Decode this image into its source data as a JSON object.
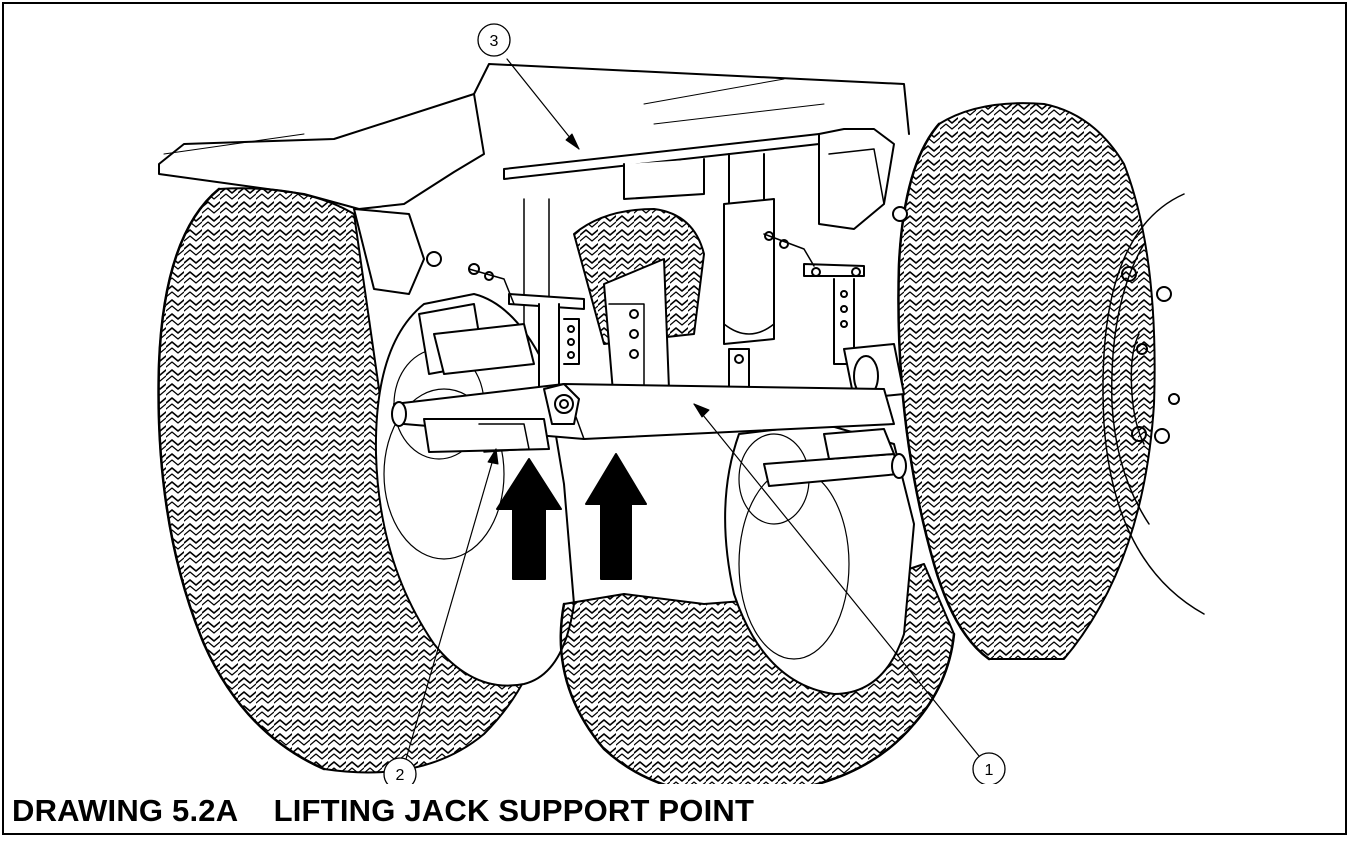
{
  "figure": {
    "caption_number": "DRAWING 5.2A",
    "caption_title": "LIFTING JACK SUPPORT POINT"
  },
  "callouts": [
    {
      "label": "1",
      "part": "axle"
    },
    {
      "label": "2",
      "part": "jack-support-point"
    },
    {
      "label": "3",
      "part": "frame-plate"
    }
  ],
  "colors": {
    "line": "#000000",
    "background": "#ffffff"
  },
  "icons": [
    "lift-arrow-icon",
    "lift-arrow-icon"
  ]
}
